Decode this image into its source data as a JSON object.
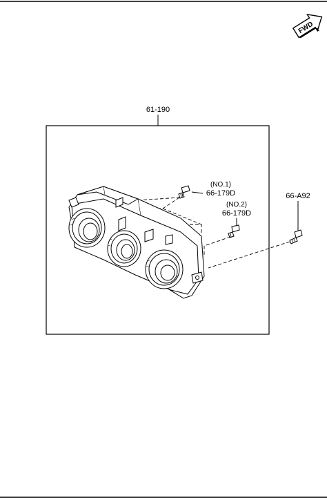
{
  "fwd_label": "FWD",
  "callouts": {
    "assembly_part": "61-190",
    "screw_no1_note": "(NO.1)",
    "screw_no1_part": "66-179D",
    "screw_no2_note": "(NO.2)",
    "screw_no2_part": "66-179D",
    "bolt_part": "66-A92"
  }
}
